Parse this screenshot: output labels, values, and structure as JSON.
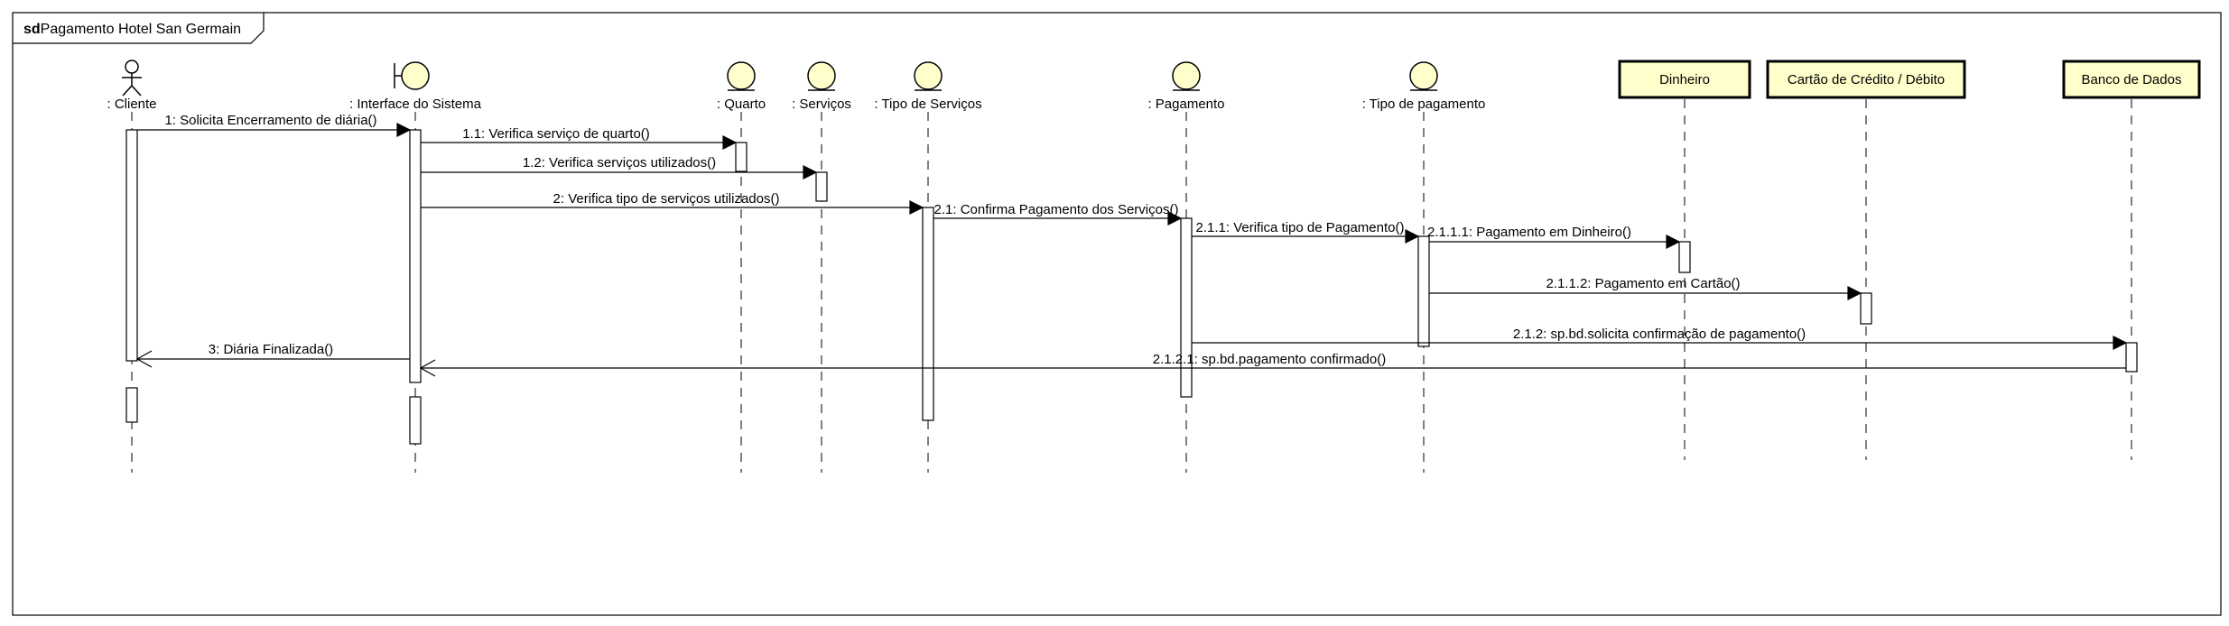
{
  "frame": {
    "keyword": "sd",
    "title": "Pagamento Hotel San Germain"
  },
  "colors": {
    "fill": "#ffffcc",
    "line": "#000000",
    "background": "#ffffff"
  },
  "lifelines": [
    {
      "id": "cliente",
      "name": ": Cliente",
      "kind": "actor"
    },
    {
      "id": "interface",
      "name": ": Interface do Sistema",
      "kind": "boundary"
    },
    {
      "id": "quarto",
      "name": ": Quarto",
      "kind": "entity"
    },
    {
      "id": "servicos",
      "name": ": Serviços",
      "kind": "entity"
    },
    {
      "id": "tipo_serv",
      "name": ": Tipo de Serviços",
      "kind": "entity"
    },
    {
      "id": "pagamento",
      "name": ": Pagamento",
      "kind": "entity"
    },
    {
      "id": "tipo_pag",
      "name": ": Tipo de pagamento",
      "kind": "entity"
    },
    {
      "id": "dinheiro",
      "name": "Dinheiro",
      "kind": "box"
    },
    {
      "id": "cartao",
      "name": "Cartão de Crédito / Débito",
      "kind": "box"
    },
    {
      "id": "banco",
      "name": "Banco de Dados",
      "kind": "box"
    }
  ],
  "messages": [
    {
      "label": "1: Solicita Encerramento de diária()",
      "from": "cliente",
      "to": "interface",
      "kind": "sync"
    },
    {
      "label": "1.1: Verifica serviço de quarto()",
      "from": "interface",
      "to": "quarto",
      "kind": "sync"
    },
    {
      "label": "1.2: Verifica serviços utilizados()",
      "from": "interface",
      "to": "servicos",
      "kind": "sync"
    },
    {
      "label": "2: Verifica tipo de serviços utilizados()",
      "from": "interface",
      "to": "tipo_serv",
      "kind": "sync"
    },
    {
      "label": "2.1: Confirma Pagamento dos Serviços()",
      "from": "tipo_serv",
      "to": "pagamento",
      "kind": "sync"
    },
    {
      "label": "2.1.1: Verifica tipo de Pagamento()",
      "from": "pagamento",
      "to": "tipo_pag",
      "kind": "sync"
    },
    {
      "label": "2.1.1.1: Pagamento em Dinheiro()",
      "from": "tipo_pag",
      "to": "dinheiro",
      "kind": "sync"
    },
    {
      "label": "2.1.1.2: Pagamento em Cartão()",
      "from": "tipo_pag",
      "to": "cartao",
      "kind": "sync"
    },
    {
      "label": "2.1.2: sp.bd.solicita confirmação de pagamento()",
      "from": "pagamento",
      "to": "banco",
      "kind": "sync"
    },
    {
      "label": "3: Diária Finalizada()",
      "from": "interface",
      "to": "cliente",
      "kind": "reply"
    },
    {
      "label": "2.1.2.1: sp.bd.pagamento confirmado()",
      "from": "banco",
      "to": "interface",
      "kind": "reply"
    }
  ]
}
